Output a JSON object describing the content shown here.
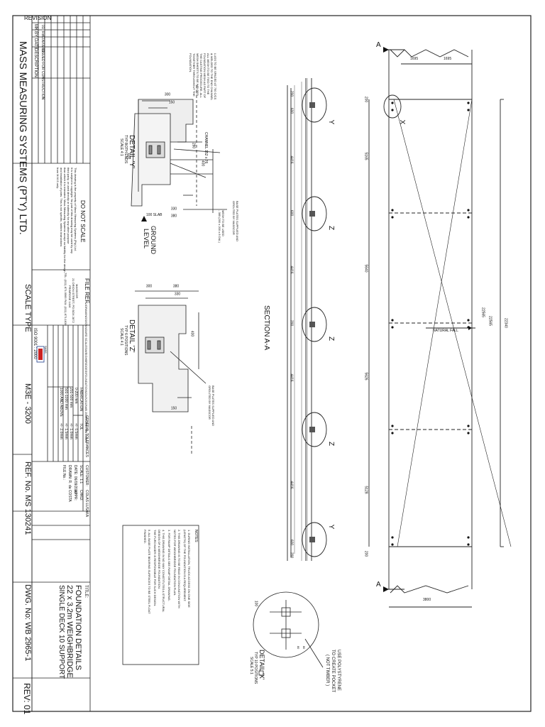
{
  "revision": {
    "heading": "REVISION",
    "cols": {
      "mk": "MK",
      "by": "BY",
      "date": "DATE",
      "desc": "DESCRIPTION"
    },
    "row": {
      "mk": "01",
      "by": "RdC",
      "date": "06/09/13",
      "desc": "ISSUED FOR CONSTRUCTION"
    }
  },
  "company": "MASS MEASURING SYSTEMS (PTY) LTD.",
  "do_not_scale": "DO NOT SCALE",
  "disclaimer": [
    "This drawing is the property of Mass Measuring Systems (Pty) Ltd.",
    "It is subject to copyright. No part of this drawing may be used by any",
    "third party, or used directly or indirectly for any other purpose",
    "than which it is intended. Mass Measuring Systems accept no liability for the design",
    "and installation of parts. This is not specific, written instructions",
    "from M.M.S only."
  ],
  "file_ref": {
    "label": "FILE REF.",
    "value": "C:\\DRAWINGS\\STANDARD SCALES\\WEIGHBRIDGES\\FOUNDATION\\22x3\\2013\\WB 2965-1\\2013 WB 2965-1"
  },
  "address": [
    "MASSCOR",
    "21 ORION STREET, PO BOX 2872",
    "PRIMROSE 1416",
    "TEL: (011) 873-9565  FAX: (011) 873-1636"
  ],
  "iso": {
    "logo": "SABS",
    "text": "ISO 9001 : 2000"
  },
  "tolerances": {
    "title": "GENERAL TOLERANCES",
    "rows": [
      [
        "FABRICATION",
        "TOL"
      ],
      [
        "0-200 mm",
        "+/- 0.5mm"
      ],
      [
        "201-500 mm",
        "+/- 1.0mm"
      ],
      [
        "501-1000 mm",
        "+/- 1.5mm"
      ],
      [
        "1000 AND ABOVE",
        "+/- 2.0mm"
      ]
    ]
  },
  "info": {
    "customer_label": "CUSTOMER:",
    "customer": "COLAS LUSAKA",
    "scale": "SCALE: 1:1",
    "chkd": "CHKD:",
    "date": "DATE: 06/09/2013",
    "appr": "APPR:",
    "drawn": "DRAWN: R. da COSTA",
    "file_no": "FILE No.:"
  },
  "title": {
    "label": "TITLE:",
    "line1": "FOUNDATION DETAILS",
    "line2": "22 x 3.2m WEIGHBRIDGE",
    "line3": "SINGLE DECK   10 SUPPORT"
  },
  "scale_type": {
    "label": "SCALE TYPE",
    "value": "M3E - 3200"
  },
  "ref": "REF. No. MS 130241",
  "dwg": "DWG. No:  WB 2965-1",
  "rev": "REV: 01",
  "notes": {
    "heading": "NOTES:",
    "items": [
      "1.  DURING INSTALLATION, TRUCK ACCESS ON ONE SIDE",
      "    (LENGTH) OF THE FOUNDATION IS A REQUIREMENT.",
      "2.  THIS DRAWING IS TO BE READ IN CONJUNCTION WITH",
      "    NOTES FOR WEIGHBRIDGE FOUNDATION PLAN.",
      "3.  FOR RAMP DETAILS SEE RAMP DETAIL DRAWING.",
      "4.  THIS DRAWING IN NO WAY CONSTITUTES A STRUCTURAL",
      "    DESIGN OF A WEIGHBRIDGE FOUNDATION.",
      "    THE PURCHASER IS RESPONSIBLE FOR SUCH DESIGN.",
      "5.  ALL BASE PLATE BEARING SURFACES TO BE STEEL FLOAT",
      "    FINISHED."
    ]
  },
  "detail_y": {
    "title": "DETAIL 'Y'",
    "sub": "TYP BOTH ENDS",
    "scale": "SCALE 4:1",
    "dims": [
      "300",
      "150",
      "280",
      "600",
      "330",
      "380",
      "400"
    ],
    "slab": "100 SLAB",
    "ground": [
      "GROUND",
      "LEVEL"
    ],
    "channel": "CHANNEL 152 x 76",
    "lugs": [
      "LUGS TO BE SPACED AT 750 C/CS",
      "& WELDED TO THE END CHANNEL",
      "ALL MESH TO BE TIED TO THE",
      "FOUNDATION MESH AS PART OF",
      "THE CASTING PROCEDURE. ALL",
      "MESH SHEETS TO BE WELDED",
      "TOGETHER THROUGHOUT THE",
      "FOUNDATION."
    ],
    "baseplates": [
      "BASE PLATES SUPPLIED AND",
      "GROUTED BY MASSCOR"
    ],
    "mesh": [
      "MESH TO BE USED",
      "- 385 (200 x 200 x 8 DIA.)"
    ]
  },
  "detail_z": {
    "title": "DETAIL 'Z'",
    "sub": "TYP 6 POSITIONS",
    "scale": "SCALE 4:1",
    "dims": [
      "300",
      "380",
      "330",
      "400",
      "150"
    ],
    "baseplates": [
      "BASE PLATES SUPPLIED AND",
      "GROUTED BY MASSCOR"
    ]
  },
  "detail_x": {
    "title": "DETAIL 'X'",
    "sub": "TYP 10 POSITIONS",
    "scale": "SCALE 5:1",
    "polystyrene": [
      "USE POLYSTYRENE",
      "TO CREATE POCKET",
      "( NOT TIMBER )"
    ],
    "dims": [
      "100",
      "80",
      "80"
    ]
  },
  "section": {
    "title": "SECTION A-A",
    "dims": [
      "200",
      "600",
      "4416",
      "4416",
      "4416",
      "4416",
      "600",
      "200"
    ],
    "top_dims": [
      "200",
      "600"
    ],
    "labels": [
      "Y",
      "Z",
      "Z",
      "Z",
      "Y"
    ]
  },
  "plan": {
    "top_dims": [
      "1695",
      "1695"
    ],
    "seg_dims": [
      "200",
      "5165",
      "5640",
      "5626",
      "5128",
      "200"
    ],
    "overall": "22340",
    "diag": [
      "22565",
      "22565"
    ],
    "width": "3800",
    "fall": "NATURAL FALL",
    "x_label": "X",
    "a": "A"
  }
}
